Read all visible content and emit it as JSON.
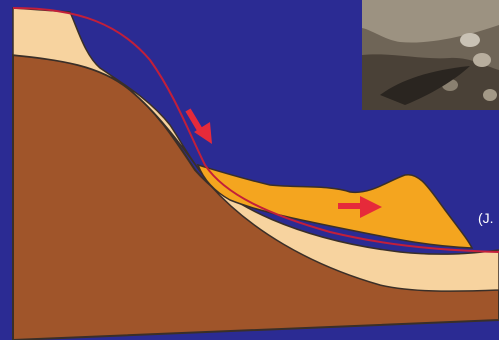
{
  "figure": {
    "caption_fragment": "(J.",
    "colors": {
      "background": "#2b2b93",
      "bedrock": "#a0552a",
      "soil_layer": "#f7d39f",
      "slide_mass": "#f4a51f",
      "outline": "#3a2f28",
      "failure_line": "#c21f3a",
      "arrow": "#e62a3a",
      "photo_ground": "#6f6557",
      "photo_shadow": "#2a2520"
    },
    "inset_photo": {
      "description_icon": "rock-photo"
    },
    "arrows": [
      {
        "name": "downslope-arrow"
      },
      {
        "name": "runout-arrow"
      }
    ]
  }
}
